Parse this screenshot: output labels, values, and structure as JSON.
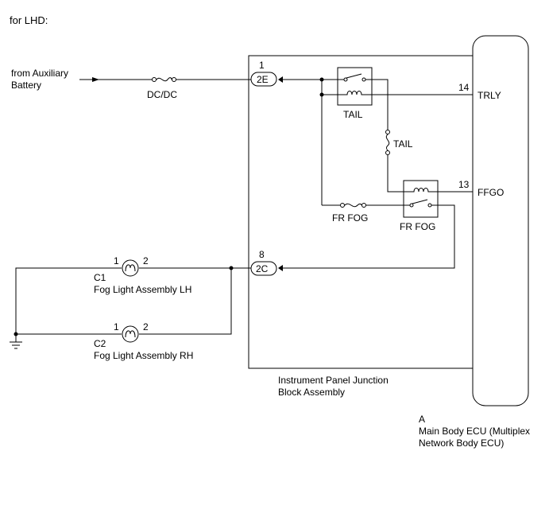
{
  "diagram": {
    "heading": "for LHD:",
    "source": {
      "line1": "from Auxiliary",
      "line2": "Battery"
    },
    "fuse_dcdc": "DC/DC",
    "connector_2e": {
      "pin": "1",
      "label": "2E"
    },
    "connector_2c": {
      "pin": "8",
      "label": "2C"
    },
    "relay_tail": "TAIL",
    "fuse_tail": "TAIL",
    "fuse_frfog": "FR FOG",
    "relay_frfog": "FR FOG",
    "ecu_pin_trly": {
      "pin": "14",
      "signal": "TRLY"
    },
    "ecu_pin_ffgo": {
      "pin": "13",
      "signal": "FFGO"
    },
    "junction_block": {
      "line1": "Instrument Panel Junction",
      "line2": "Block Assembly"
    },
    "ecu": {
      "code": "A",
      "line1": "Main Body ECU (Multiplex",
      "line2": "Network Body ECU)"
    },
    "fog_lh": {
      "pin1": "1",
      "pin2": "2",
      "code": "C1",
      "name": "Fog Light Assembly LH"
    },
    "fog_rh": {
      "pin1": "1",
      "pin2": "2",
      "code": "C2",
      "name": "Fog Light Assembly RH"
    }
  }
}
